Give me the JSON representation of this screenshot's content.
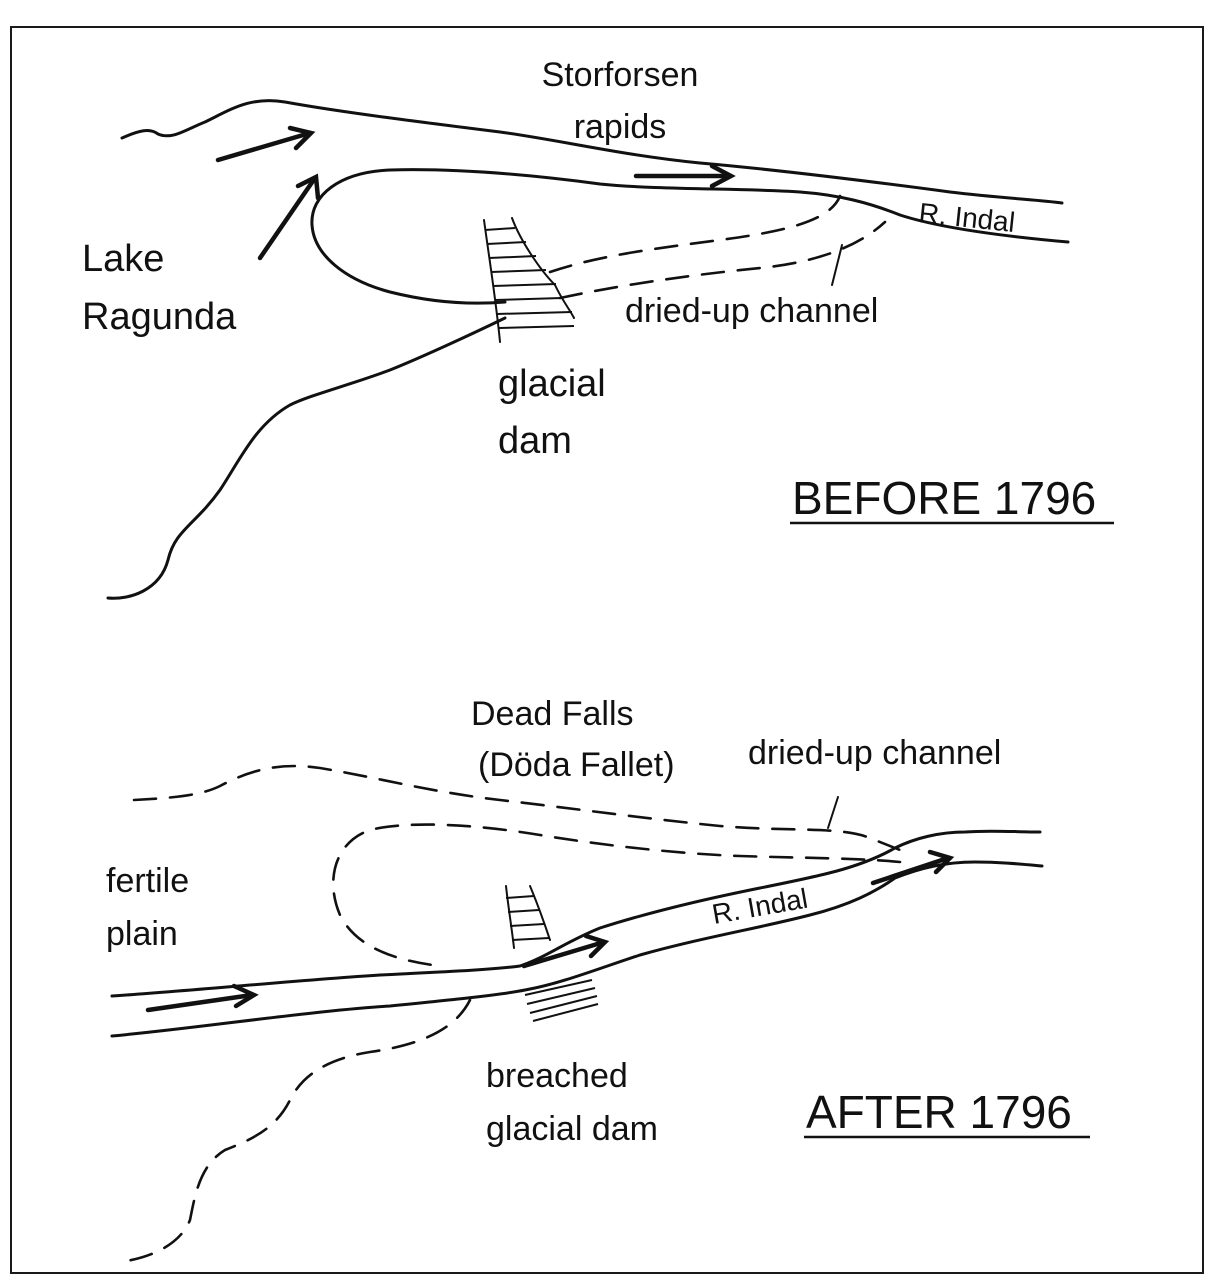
{
  "before": {
    "heading": "BEFORE 1796",
    "storforsen_line1": "Storforsen",
    "storforsen_line2": "rapids",
    "river_label": "R. Indal",
    "lake_line1": "Lake",
    "lake_line2": "Ragunda",
    "channel_label": "dried-up channel",
    "dam_line1": "glacial",
    "dam_line2": "dam"
  },
  "after": {
    "heading": "AFTER 1796",
    "falls_line1": "Dead Falls",
    "falls_line2": "(Döda Fallet)",
    "channel_label": "dried-up channel",
    "plain_line1": "fertile",
    "plain_line2": "plain",
    "river_label": "R. Indal",
    "dam_line1": "breached",
    "dam_line2": "glacial dam"
  }
}
